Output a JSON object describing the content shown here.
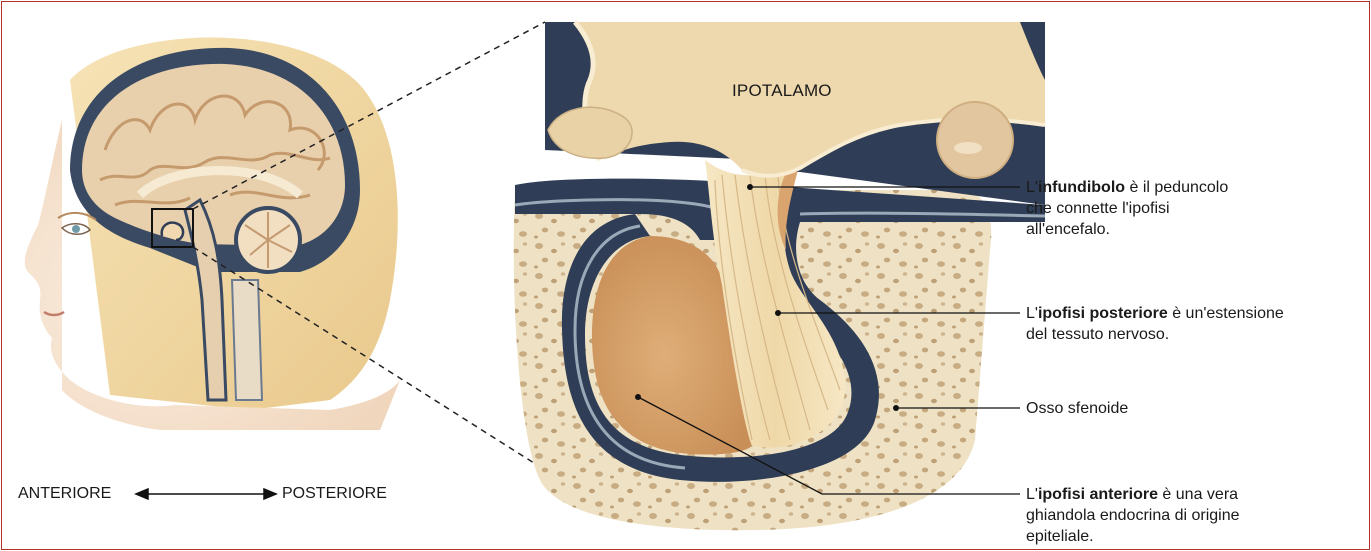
{
  "colors": {
    "frame": "#b4312a",
    "bone": "#efe2c4",
    "bone_pores": "#c9ad85",
    "tissue": "#f3dcb0",
    "anterior_lobe": "#d9a46e",
    "membrane": "#2f3e56",
    "membrane_light": "#9aa8b8",
    "skin": "#f7e6d3",
    "hair": "#f1d9a3"
  },
  "hypothalamus_label": "IPOTALAMO",
  "orientation": {
    "anterior": "ANTERIORE",
    "posterior": "POSTERIORE"
  },
  "callouts": {
    "infundibulum": {
      "prefix": "L'",
      "term": "infundibolo",
      "line1_rest": " è il peduncolo",
      "line2": "che connette l'ipofisi",
      "line3": "all'encefalo."
    },
    "posterior_pituitary": {
      "prefix": "L'",
      "term": "ipofisi posteriore",
      "line1_rest": " è un'estensione",
      "line2": "del tessuto nervoso."
    },
    "sphenoid": {
      "text": "Osso sfenoide"
    },
    "anterior_pituitary": {
      "prefix": "L'",
      "term": "ipofisi anteriore",
      "line1_rest": " è una vera",
      "line2": "ghiandola endocrina di origine",
      "line3": "epiteliale."
    }
  }
}
